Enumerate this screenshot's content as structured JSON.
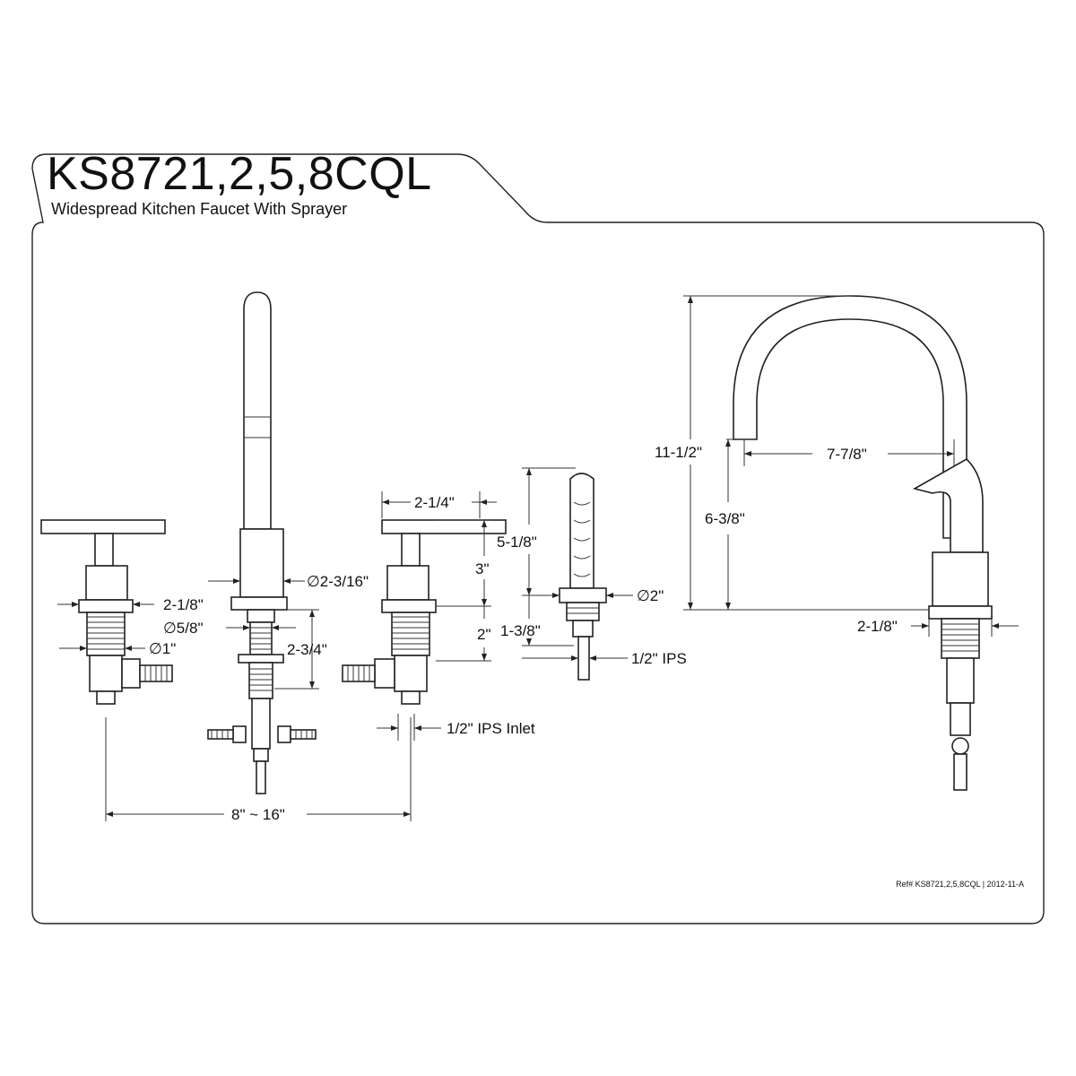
{
  "header": {
    "model": "KS8721,2,5,8CQL",
    "description": "Widespread Kitchen Faucet With Sprayer"
  },
  "dimensions": {
    "handle_width": "2-1/8\"",
    "handle_hole": "∅1\"",
    "spout_base_dia": "∅2-3/16\"",
    "shank_dia": "∅5/8\"",
    "shank_length": "2-3/4\"",
    "center_spread": "8\" ~ 16\"",
    "handle_top_width": "2-1/4\"",
    "handle_height": "3\"",
    "handle_shank": "2\"",
    "inlet": "1/2\" IPS Inlet",
    "sprayer_height": "5-1/8\"",
    "sprayer_base": "∅2\"",
    "sprayer_shank": "1-3/8\"",
    "sprayer_ips": "1/2\" IPS",
    "spout_height": "11-1/2\"",
    "spout_reach": "7-7/8\"",
    "spout_outlet_height": "6-3/8\"",
    "base_width": "2-1/8\""
  },
  "footer": {
    "reference": "Ref# KS8721,2,5,8CQL | 2012-11-A"
  }
}
